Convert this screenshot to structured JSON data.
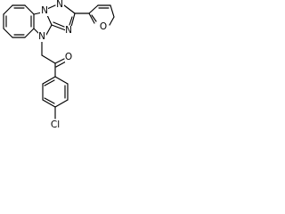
{
  "diagram": {
    "type": "chemical-structure",
    "background": "#ffffff",
    "bond_color": "#000000",
    "atoms": [
      {
        "id": "n1",
        "label": "N"
      },
      {
        "id": "n2",
        "label": "N"
      },
      {
        "id": "n3",
        "label": "N"
      },
      {
        "id": "n4",
        "label": "N"
      },
      {
        "id": "o_furan",
        "label": "O"
      },
      {
        "id": "o_carbonyl",
        "label": "O"
      },
      {
        "id": "cl",
        "label": "Cl"
      }
    ]
  }
}
